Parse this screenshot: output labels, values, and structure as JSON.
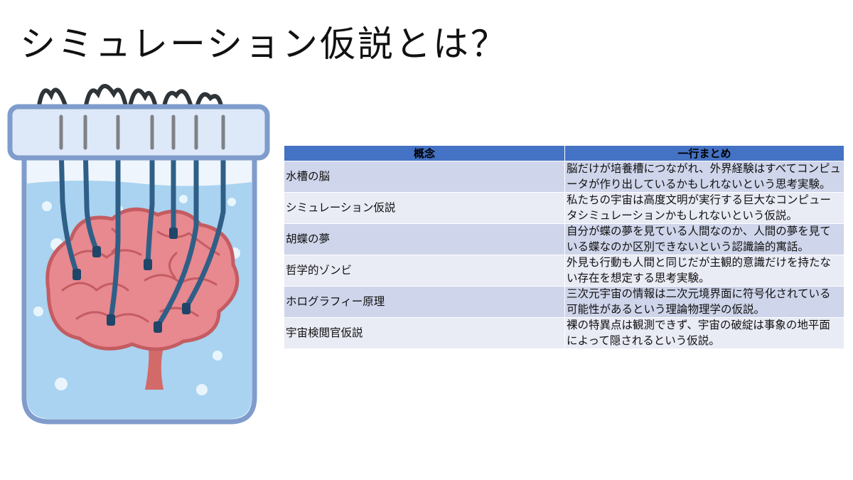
{
  "slide": {
    "title": "シミュレーション仮説とは？"
  },
  "illustration": {
    "subject": "brain-in-a-vat",
    "colors": {
      "lid": "#dde9f8",
      "outline": "#7f9ccc",
      "liquid": "#a9d3f0",
      "brain": "#e8888f",
      "cable": "#2f5f86",
      "wire": "#2f3438"
    }
  },
  "table": {
    "headers": {
      "concept": "概念",
      "summary": "一行まとめ"
    },
    "rows": [
      {
        "concept": "水槽の脳",
        "summary": "脳だけが培養槽につながれ、外界経験はすべてコンピュータが作り出しているかもしれないという思考実験。"
      },
      {
        "concept": "シミュレーション仮説",
        "summary": "私たちの宇宙は高度文明が実行する巨大なコンピュータシミュレーションかもしれないという仮説。"
      },
      {
        "concept": "胡蝶の夢",
        "summary": "自分が蝶の夢を見ている人間なのか、人間の夢を見ている蝶なのか区別できないという認識論的寓話。"
      },
      {
        "concept": "哲学的ゾンビ",
        "summary": "外見も行動も人間と同じだが主観的意識だけを持たない存在を想定する思考実験。"
      },
      {
        "concept": "ホログラフィー原理",
        "summary": "三次元宇宙の情報は二次元境界面に符号化されている可能性があるという理論物理学の仮説。"
      },
      {
        "concept": "宇宙検閲官仮説",
        "summary": "裸の特異点は観測できず、宇宙の破綻は事象の地平面によって隠されるという仮説。"
      }
    ],
    "colors": {
      "header": "#4472c4",
      "band": "#cfd5ea",
      "plain": "#e9ebf5"
    }
  }
}
